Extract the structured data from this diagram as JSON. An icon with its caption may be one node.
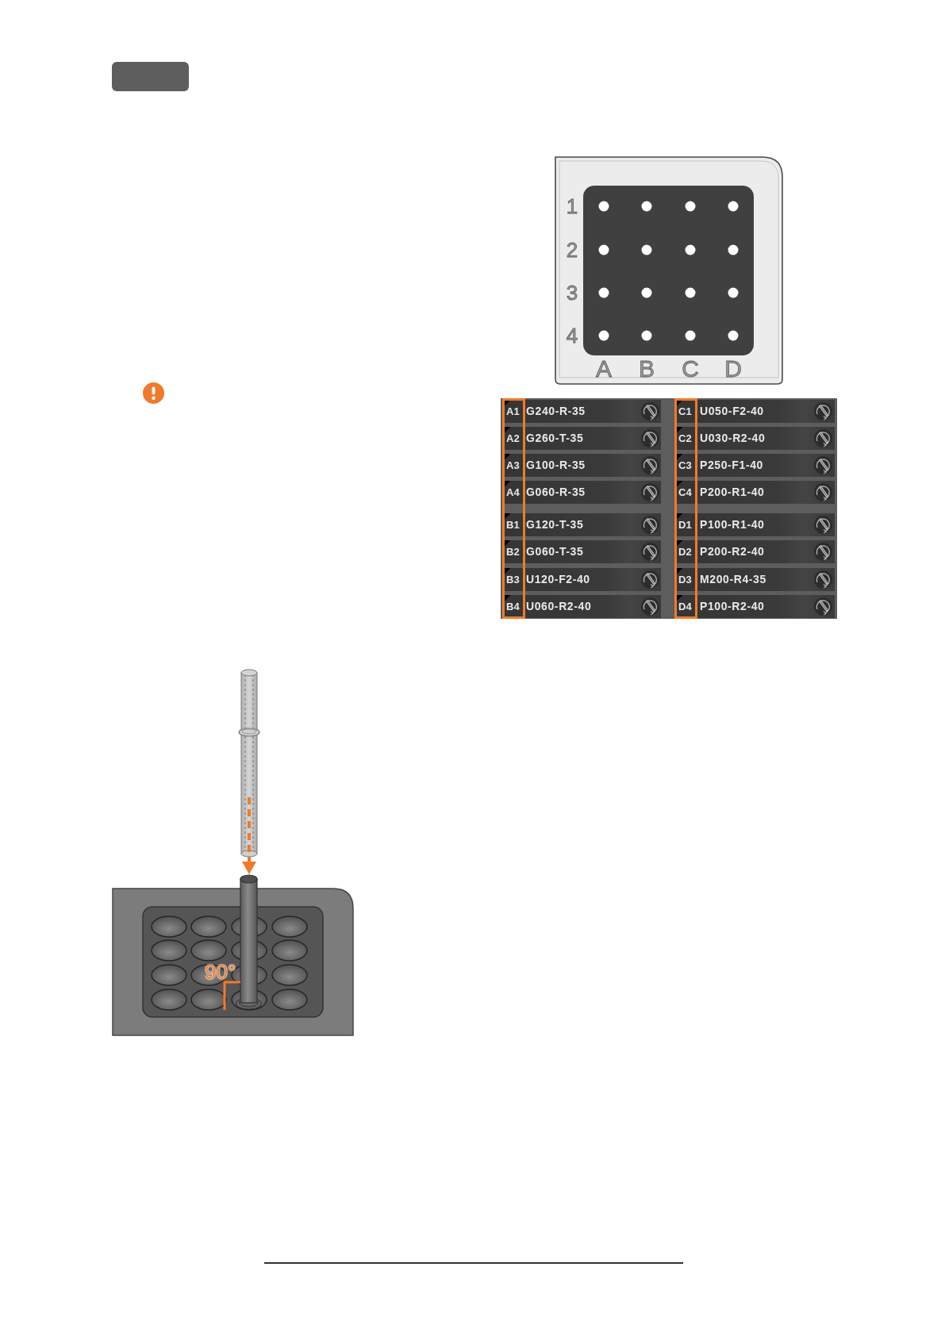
{
  "diagram": {
    "nodes": [
      {
        "text": [],
        "shape": "box"
      }
    ],
    "labels": [
      "1",
      "2",
      "3",
      "4",
      "A",
      "B",
      "C",
      "D",
      "A1",
      "G240-R-35",
      "C1",
      "U050-F2-40",
      "A2",
      "G260-T-35",
      "C2",
      "U030-R2-40",
      "A3",
      "G100-R-35",
      "C3",
      "P250-F1-40",
      "A4",
      "G060-R-35",
      "C4",
      "P200-R1-40",
      "B1",
      "G120-T-35",
      "D1",
      "P100-R1-40",
      "B2",
      "G060-T-35",
      "D2",
      "P200-R2-40",
      "B3",
      "U120-F2-40",
      "D3",
      "M200-R4-35",
      "B4",
      "U060-R2-40",
      "D4",
      "P100-R2-40",
      "90°"
    ]
  }
}
